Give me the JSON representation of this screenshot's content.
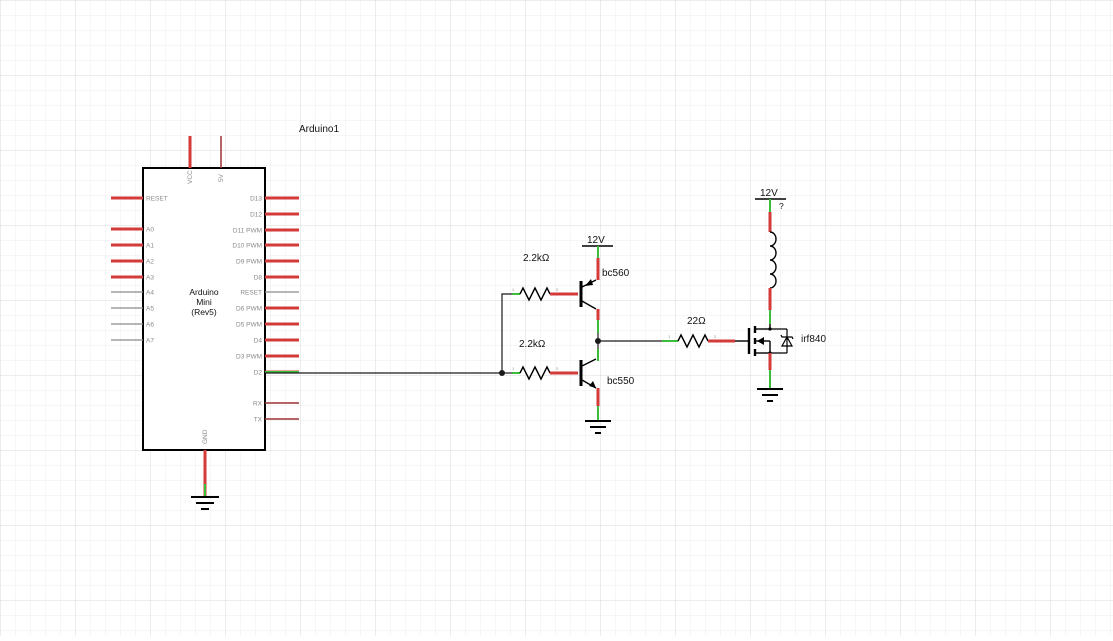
{
  "colors": {
    "grid_minor": "#ececec",
    "grid_major": "#d9d9d9",
    "connected_pin": "#3bbf3b",
    "unconnected_pin": "#d33a3a",
    "unused_pin": "#8a8a8a",
    "wire": "#1a1a1a"
  },
  "arduino": {
    "part_title": "Arduino1",
    "name_line1": "Arduino",
    "name_line2": "Mini",
    "name_line3": "(Rev5)",
    "top_pins": [
      "VCC",
      "5V"
    ],
    "bottom_pin": "GND",
    "left_pins": [
      "RESET",
      "A0",
      "A1",
      "A2",
      "A3",
      "A4",
      "A5",
      "A6",
      "A7"
    ],
    "right_pins": [
      "D13",
      "D12",
      "D11 PWM",
      "D10 PWM",
      "D9 PWM",
      "D8",
      "RESET",
      "D6 PWM",
      "D5 PWM",
      "D4",
      "D3 PWM",
      "D2",
      "RX",
      "TX"
    ]
  },
  "supplies": {
    "transistor_supply": "12V",
    "load_supply": "12V"
  },
  "resistors": {
    "r_top": "2.2kΩ",
    "r_bottom": "2.2kΩ",
    "r_gate": "22Ω"
  },
  "transistors": {
    "pnp": "bc560",
    "npn": "bc550",
    "mosfet": "irf840"
  },
  "load": {
    "value": "?"
  },
  "pin_numbers": {
    "one": "1",
    "two": "2"
  }
}
